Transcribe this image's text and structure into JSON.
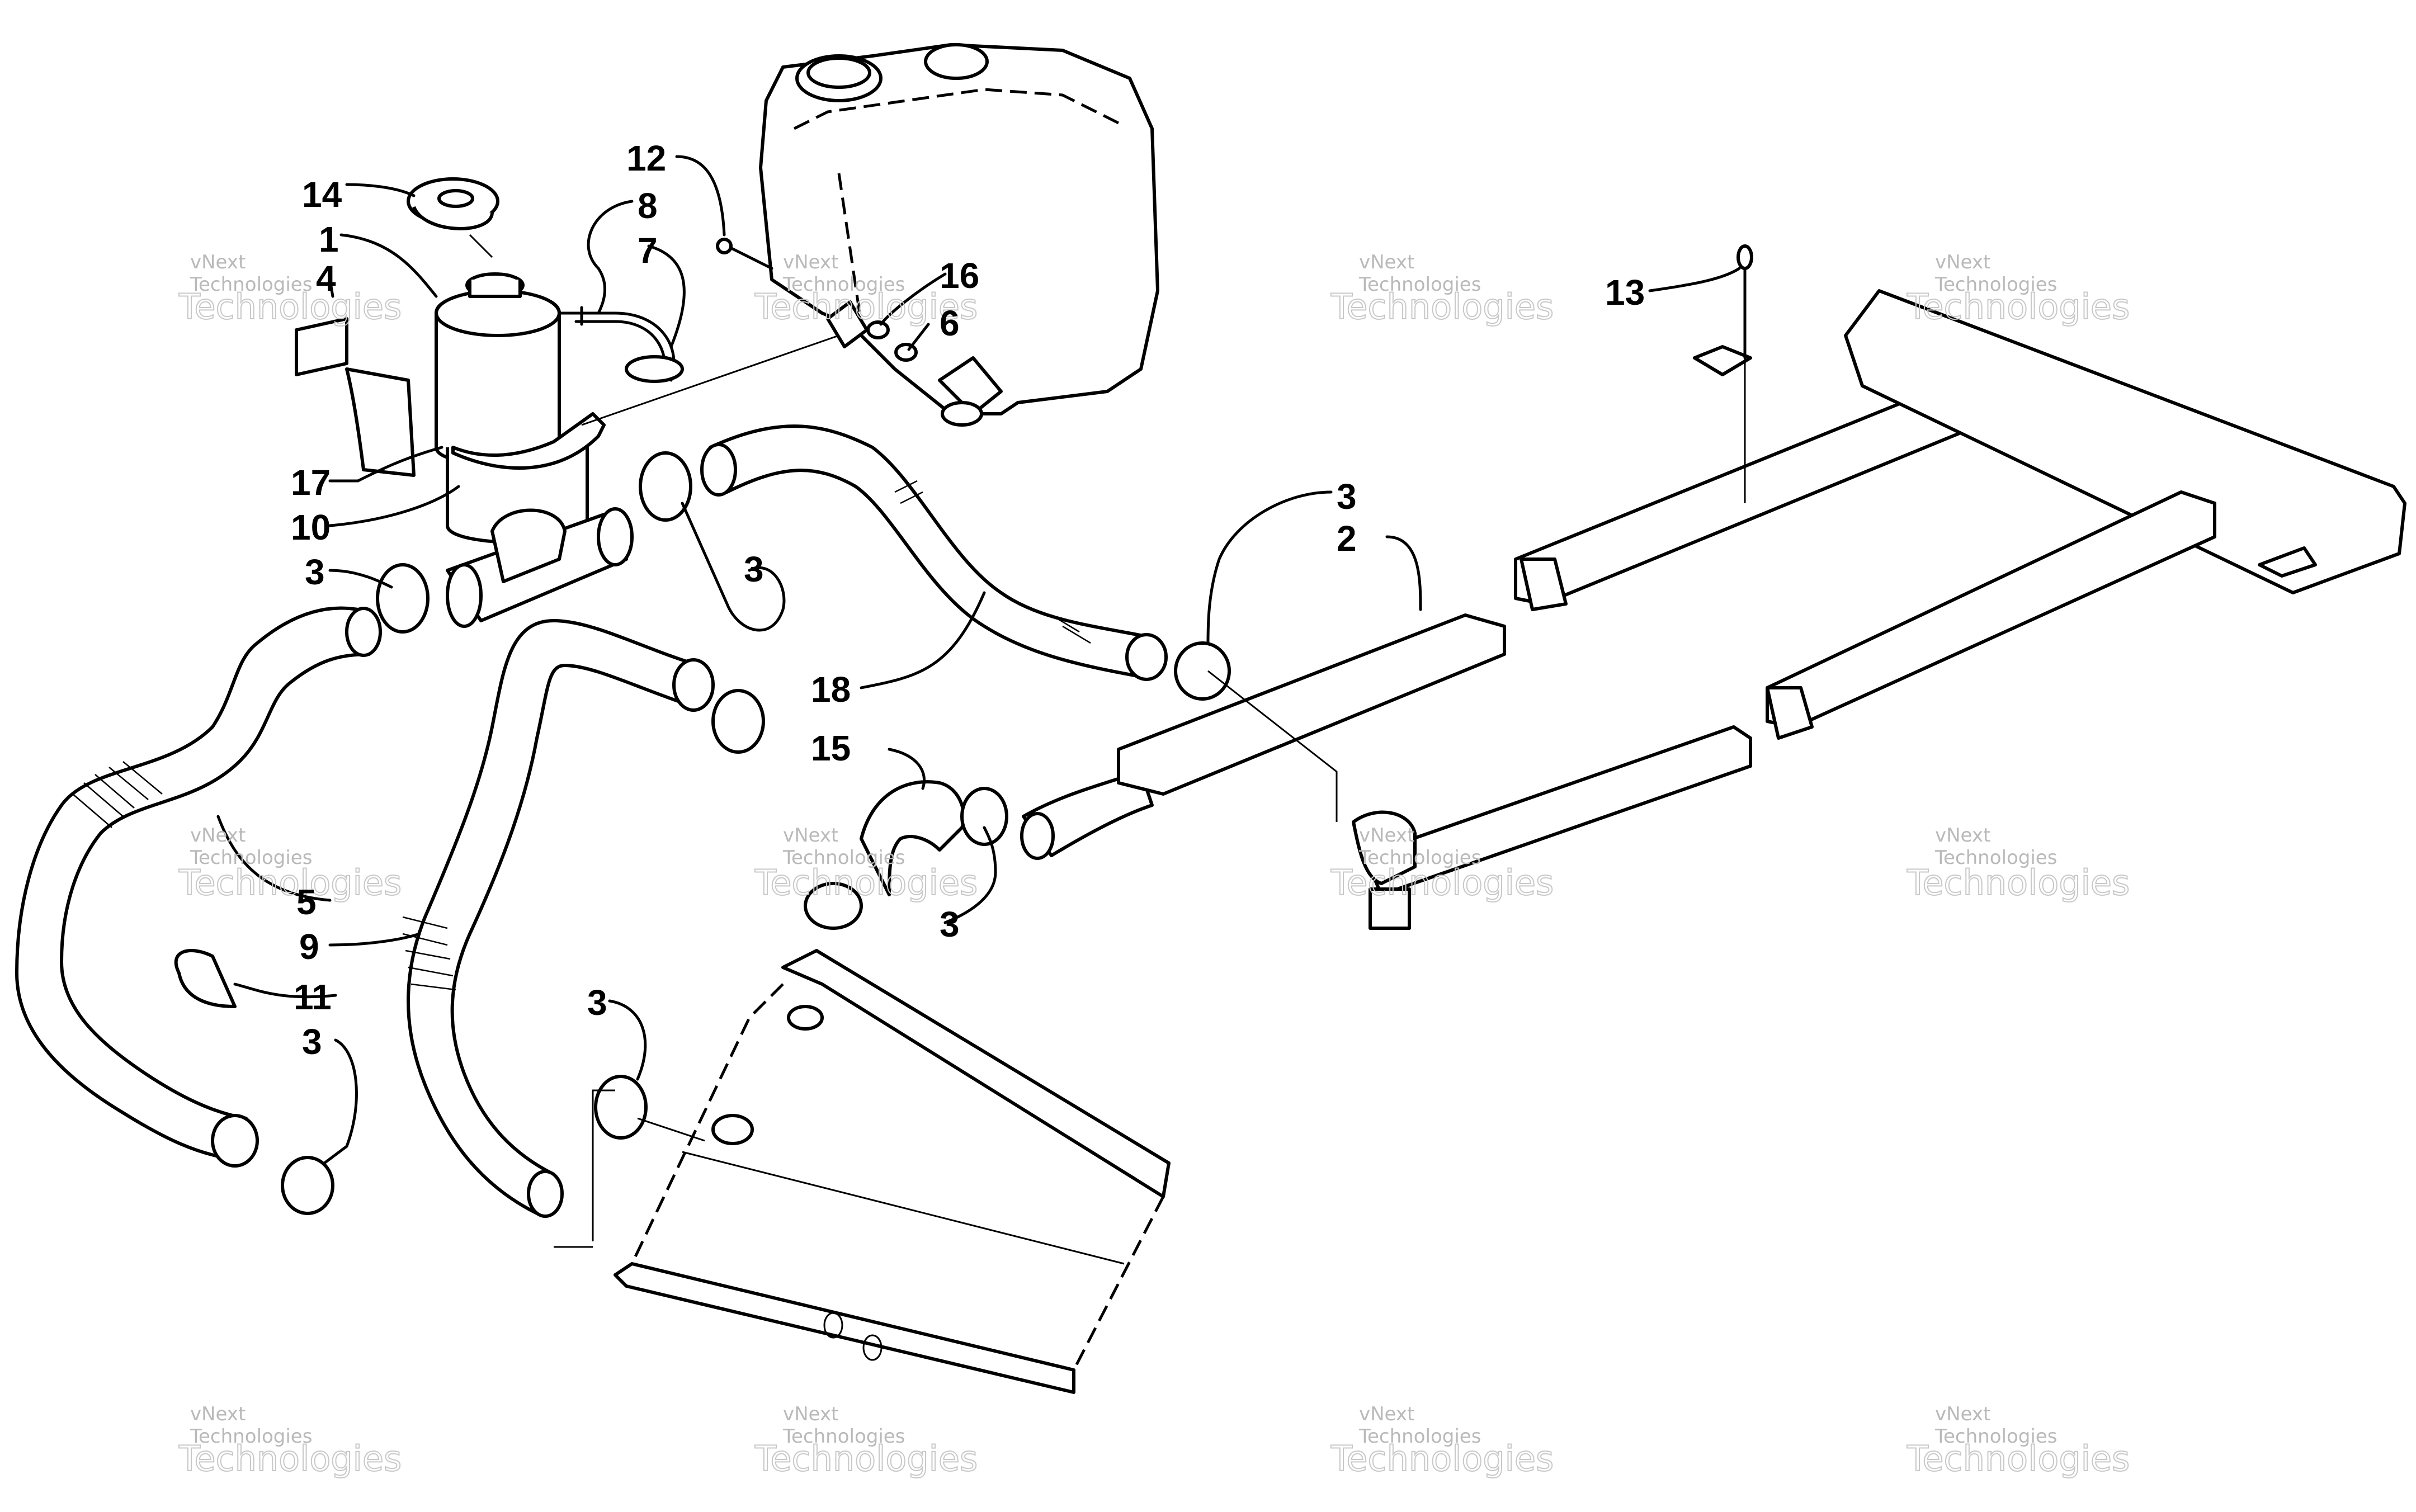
{
  "diagram": {
    "watermark": {
      "line1": "vNext",
      "line2": "Technologies"
    },
    "callouts": [
      {
        "id": "c14",
        "label": "14"
      },
      {
        "id": "c1",
        "label": "1"
      },
      {
        "id": "c4",
        "label": "4"
      },
      {
        "id": "c8",
        "label": "8"
      },
      {
        "id": "c7",
        "label": "7"
      },
      {
        "id": "c12",
        "label": "12"
      },
      {
        "id": "c16",
        "label": "16"
      },
      {
        "id": "c6",
        "label": "6"
      },
      {
        "id": "c13",
        "label": "13"
      },
      {
        "id": "c17",
        "label": "17"
      },
      {
        "id": "c10",
        "label": "10"
      },
      {
        "id": "c3a",
        "label": "3"
      },
      {
        "id": "c3b",
        "label": "3"
      },
      {
        "id": "c3c",
        "label": "3"
      },
      {
        "id": "c2",
        "label": "2"
      },
      {
        "id": "c18",
        "label": "18"
      },
      {
        "id": "c15",
        "label": "15"
      },
      {
        "id": "c3d",
        "label": "3"
      },
      {
        "id": "c5",
        "label": "5"
      },
      {
        "id": "c9",
        "label": "9"
      },
      {
        "id": "c11",
        "label": "11"
      },
      {
        "id": "c3e",
        "label": "3"
      },
      {
        "id": "c3f",
        "label": "3"
      }
    ]
  }
}
